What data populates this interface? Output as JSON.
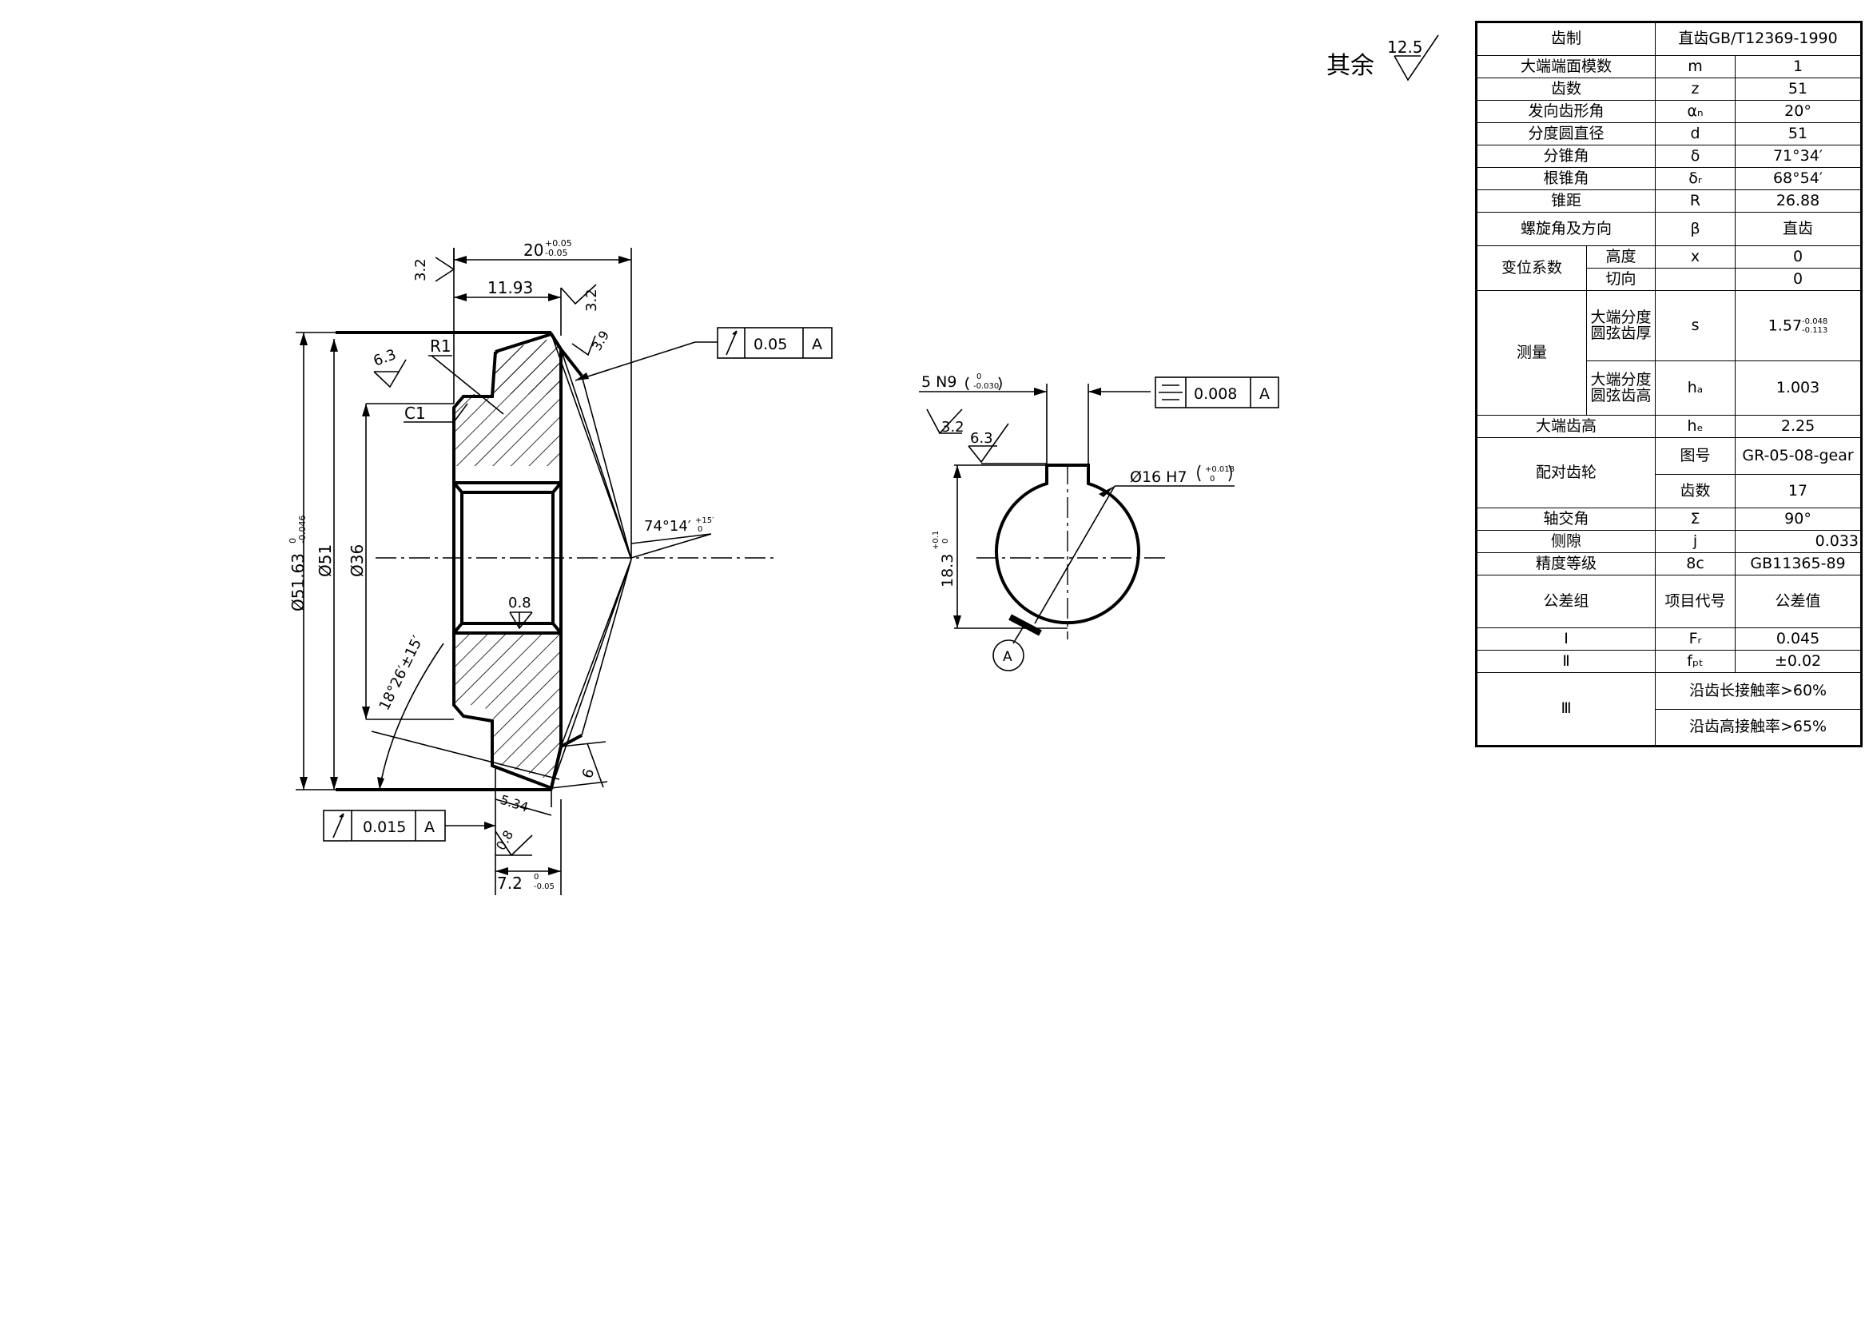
{
  "surface_finish": {
    "note": "其余",
    "default_roughness": "12.5"
  },
  "section_view": {
    "dim_overall_width": "20",
    "dim_overall_width_tol_upper": "+0.05",
    "dim_overall_width_tol_lower": "-0.05",
    "dim_hub_width": "11.93",
    "roughness_face_1": "3.2",
    "roughness_face_2": "3.2",
    "roughness_tooth": "3.9",
    "roughness_back": "6.3",
    "roughness_bore": "0.8",
    "roughness_bottom": "0.8",
    "fillet_label": "R1",
    "chamfer_label": "C1",
    "dia_tip": "Ø51.63",
    "dia_tip_tol_upper": "0",
    "dia_tip_tol_lower": "-0.046",
    "dia_pitch": "Ø51",
    "dia_bore_step": "Ø36",
    "face_angle": "74°14′",
    "face_angle_tol_upper": "+15′",
    "face_angle_tol_lower": "0",
    "back_angle": "18°26′±15′",
    "tooth_width": "6",
    "dim_535": "5.34",
    "dim_bottom": "7.2",
    "dim_bottom_tol_upper": "0",
    "dim_bottom_tol_lower": "-0.05",
    "runout_top_value": "0.05",
    "runout_top_datum": "A",
    "runout_bottom_value": "0.015",
    "runout_bottom_datum": "A"
  },
  "keyway_view": {
    "key_width": "5 N9",
    "key_width_tol_upper": "0",
    "key_width_tol_lower": "-0.030",
    "roughness_key_1": "3.2",
    "roughness_key_2": "6.3",
    "symmetry_value": "0.008",
    "symmetry_datum": "A",
    "bore_dia": "Ø16 H7",
    "bore_tol_upper": "+0.018",
    "bore_tol_lower": "0",
    "key_depth": "18.3",
    "key_depth_tol_upper": "+0.1",
    "key_depth_tol_lower": "0",
    "datum_label": "A"
  },
  "spec_table": {
    "r_header": {
      "label": "齿制",
      "value": "直齿GB/T12369-1990"
    },
    "r_module": {
      "label": "大端端面模数",
      "symbol": "m",
      "value": "1"
    },
    "r_teeth": {
      "label": "齿数",
      "symbol": "z",
      "value": "51"
    },
    "r_pressure": {
      "label": "发向齿形角",
      "symbol": "αₙ",
      "value": "20°"
    },
    "r_pitch_dia": {
      "label": "分度圆直径",
      "symbol": "d",
      "value": "51"
    },
    "r_pitch_cone": {
      "label": "分锥角",
      "symbol": "δ",
      "value": "71°34′"
    },
    "r_root_cone": {
      "label": "根锥角",
      "symbol": "δᵣ",
      "value": "68°54′"
    },
    "r_cone_dist": {
      "label": "锥距",
      "symbol": "R",
      "value": "26.88"
    },
    "r_spiral": {
      "label": "螺旋角及方向",
      "symbol": "β",
      "value": "直齿"
    },
    "r_shift": {
      "label": "变位系数",
      "sub1": "高度",
      "sym1": "x",
      "val1": "0",
      "sub2": "切向",
      "val2": "0"
    },
    "r_measure": {
      "label": "测量",
      "sub1": "大端分度圆弦齿厚",
      "sym1": "s",
      "val1": "1.57",
      "val1_tol_upper": "-0.048",
      "val1_tol_lower": "-0.113",
      "sub2": "大端分度圆弦齿高",
      "sym2": "hₐ",
      "val2": "1.003"
    },
    "r_whole_depth": {
      "label": "大端齿高",
      "symbol": "hₑ",
      "value": "2.25"
    },
    "r_mate": {
      "label": "配对齿轮",
      "sub1": "图号",
      "val1": "GR-05-08-gear",
      "sub2": "齿数",
      "val2": "17"
    },
    "r_shaft_angle": {
      "label": "轴交角",
      "symbol": "Σ",
      "value": "90°"
    },
    "r_backlash": {
      "label": "侧隙",
      "symbol": "j",
      "value": "0.033"
    },
    "r_accuracy": {
      "label": "精度等级",
      "symbol": "8c",
      "value": "GB11365-89"
    },
    "r_tol_header": {
      "label": "公差组",
      "symbol": "项目代号",
      "value": "公差值"
    },
    "r_tol_1": {
      "label": "Ⅰ",
      "symbol": "Fᵣ",
      "value": "0.045"
    },
    "r_tol_2": {
      "label": "Ⅱ",
      "symbol": "fₚₜ",
      "value": "±0.02"
    },
    "r_tol_3": {
      "label": "Ⅲ",
      "contact_length": "沿齿长接触率>60%",
      "contact_height": "沿齿高接触率>65%"
    }
  }
}
